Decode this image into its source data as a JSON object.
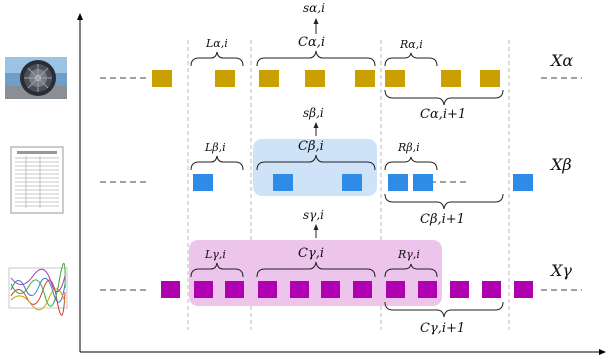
{
  "labels": {
    "s_alpha": "sα,i",
    "s_beta": "sβ,i",
    "s_gamma": "sγ,i",
    "L_alpha": "Lα,i",
    "C_alpha": "Cα,i",
    "R_alpha": "Rα,i",
    "C_alpha_next": "Cα,i+1",
    "X_alpha": "Xα",
    "L_beta": "Lβ,i",
    "C_beta": "Cβ,i",
    "R_beta": "Rβ,i",
    "C_beta_next": "Cβ,i+1",
    "X_beta": "Xβ",
    "L_gamma": "Lγ,i",
    "C_gamma": "Cγ,i",
    "R_gamma": "Rγ,i",
    "C_gamma_next": "Cγ,i+1",
    "X_gamma": "Xγ"
  },
  "colors": {
    "alpha": "#c9a000",
    "beta": "#2f8ce6",
    "beta_highlight": "#cfe3f8",
    "gamma": "#b000b0",
    "gamma_highlight": "#ecc4ec",
    "axis": "#000000",
    "divider": "#bbbbbb"
  },
  "icons": {
    "alpha": "jet-engine-photo-icon",
    "beta": "document-table-icon",
    "gamma": "signal-plot-icon"
  }
}
